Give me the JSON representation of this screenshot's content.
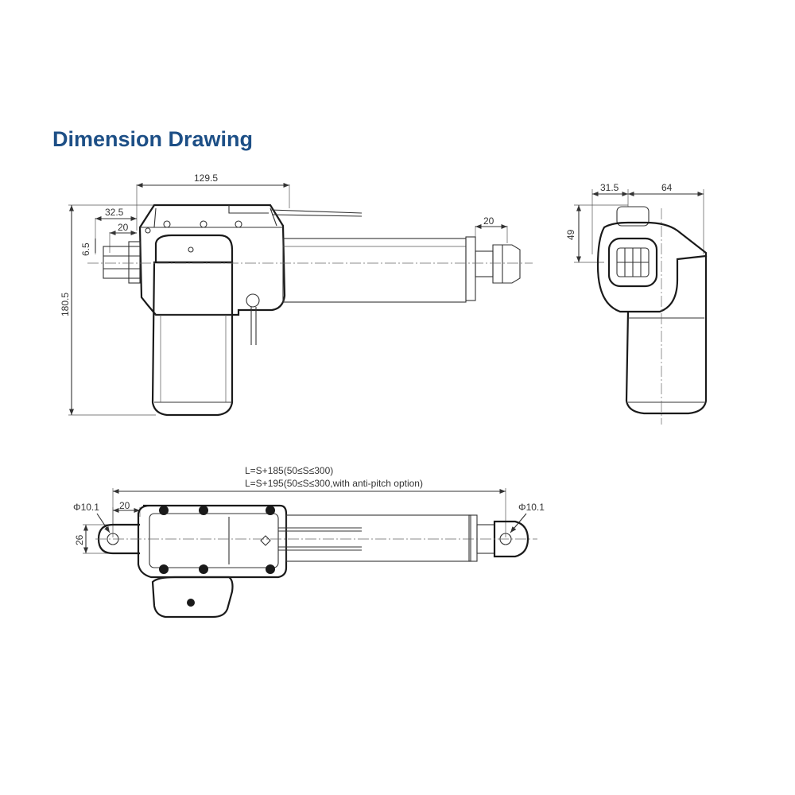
{
  "title": "Dimension Drawing",
  "colors": {
    "title": "#1d4f86",
    "line": "#1a1a1a"
  },
  "side_view": {
    "dims": {
      "top_width": "129.5",
      "offset": "32.5",
      "shaft": "20",
      "small": "6.5",
      "height": "180.5",
      "rod_end": "20"
    }
  },
  "end_view": {
    "dims": {
      "left": "31.5",
      "right": "64",
      "height": "49"
    }
  },
  "top_view": {
    "length_note_1": "L=S+185(50≤S≤300)",
    "length_note_2": "L=S+195(50≤S≤300,with anti-pitch option)",
    "dims": {
      "hole_left": "Φ10.1",
      "hole_right": "Φ10.1",
      "offset": "20",
      "height": "26"
    }
  }
}
